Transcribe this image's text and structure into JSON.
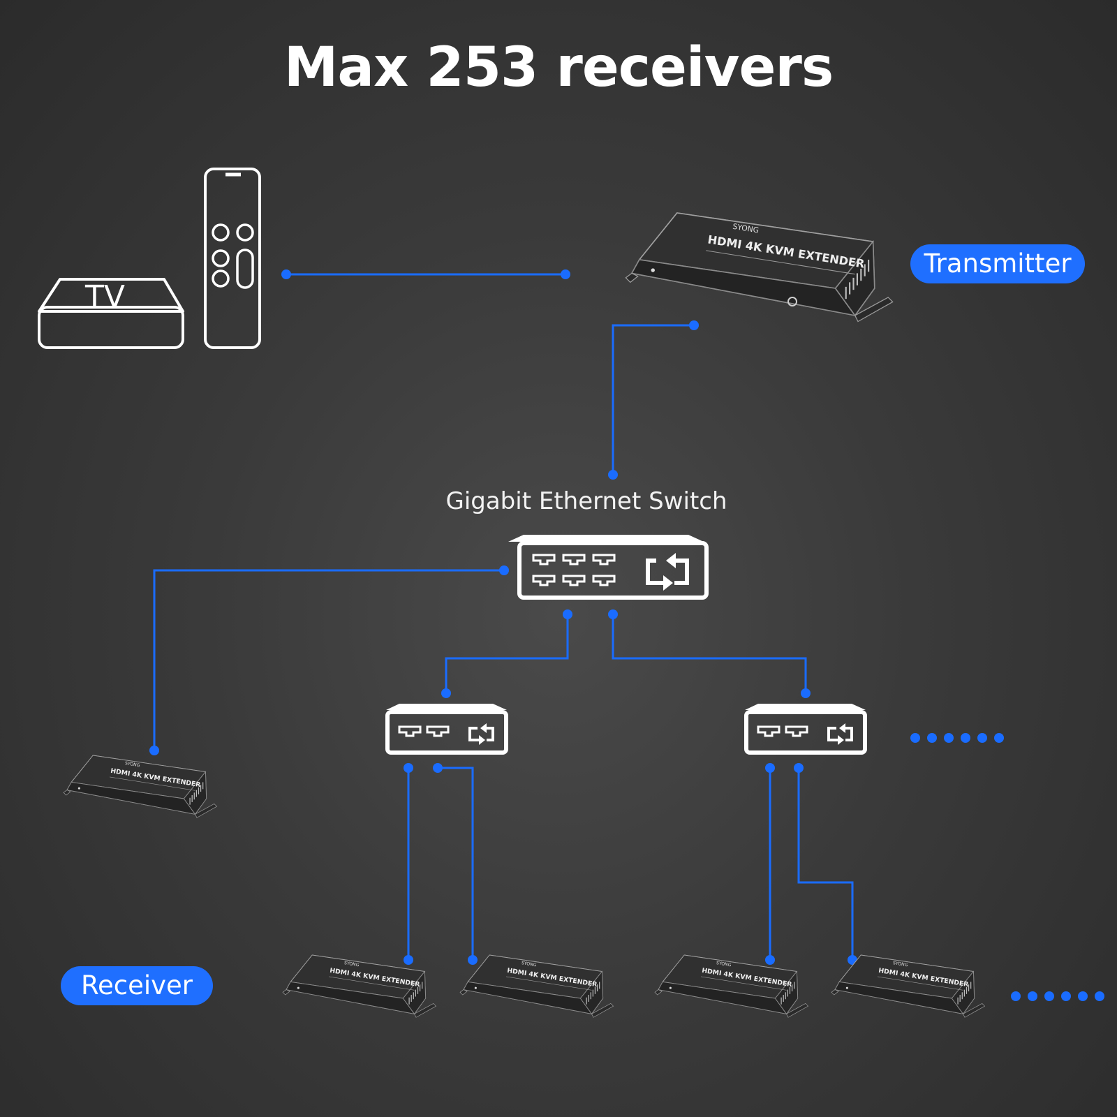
{
  "title": "Max 253 receivers",
  "switch_label": "Gigabit Ethernet Switch",
  "transmitter_label": "Transmitter",
  "receiver_label": "Receiver",
  "tv_label": "TV",
  "device_brand": "SYONG",
  "device_model": "HDMI 4K KVM EXTENDER",
  "colors": {
    "accent": "#1f6fff",
    "line": "#1a6cff",
    "icon": "#ffffff",
    "device": "#2f2f2f"
  },
  "icons": [
    "tv-box-icon",
    "remote-control-icon",
    "network-switch-icon",
    "ellipsis-dots-icon"
  ]
}
